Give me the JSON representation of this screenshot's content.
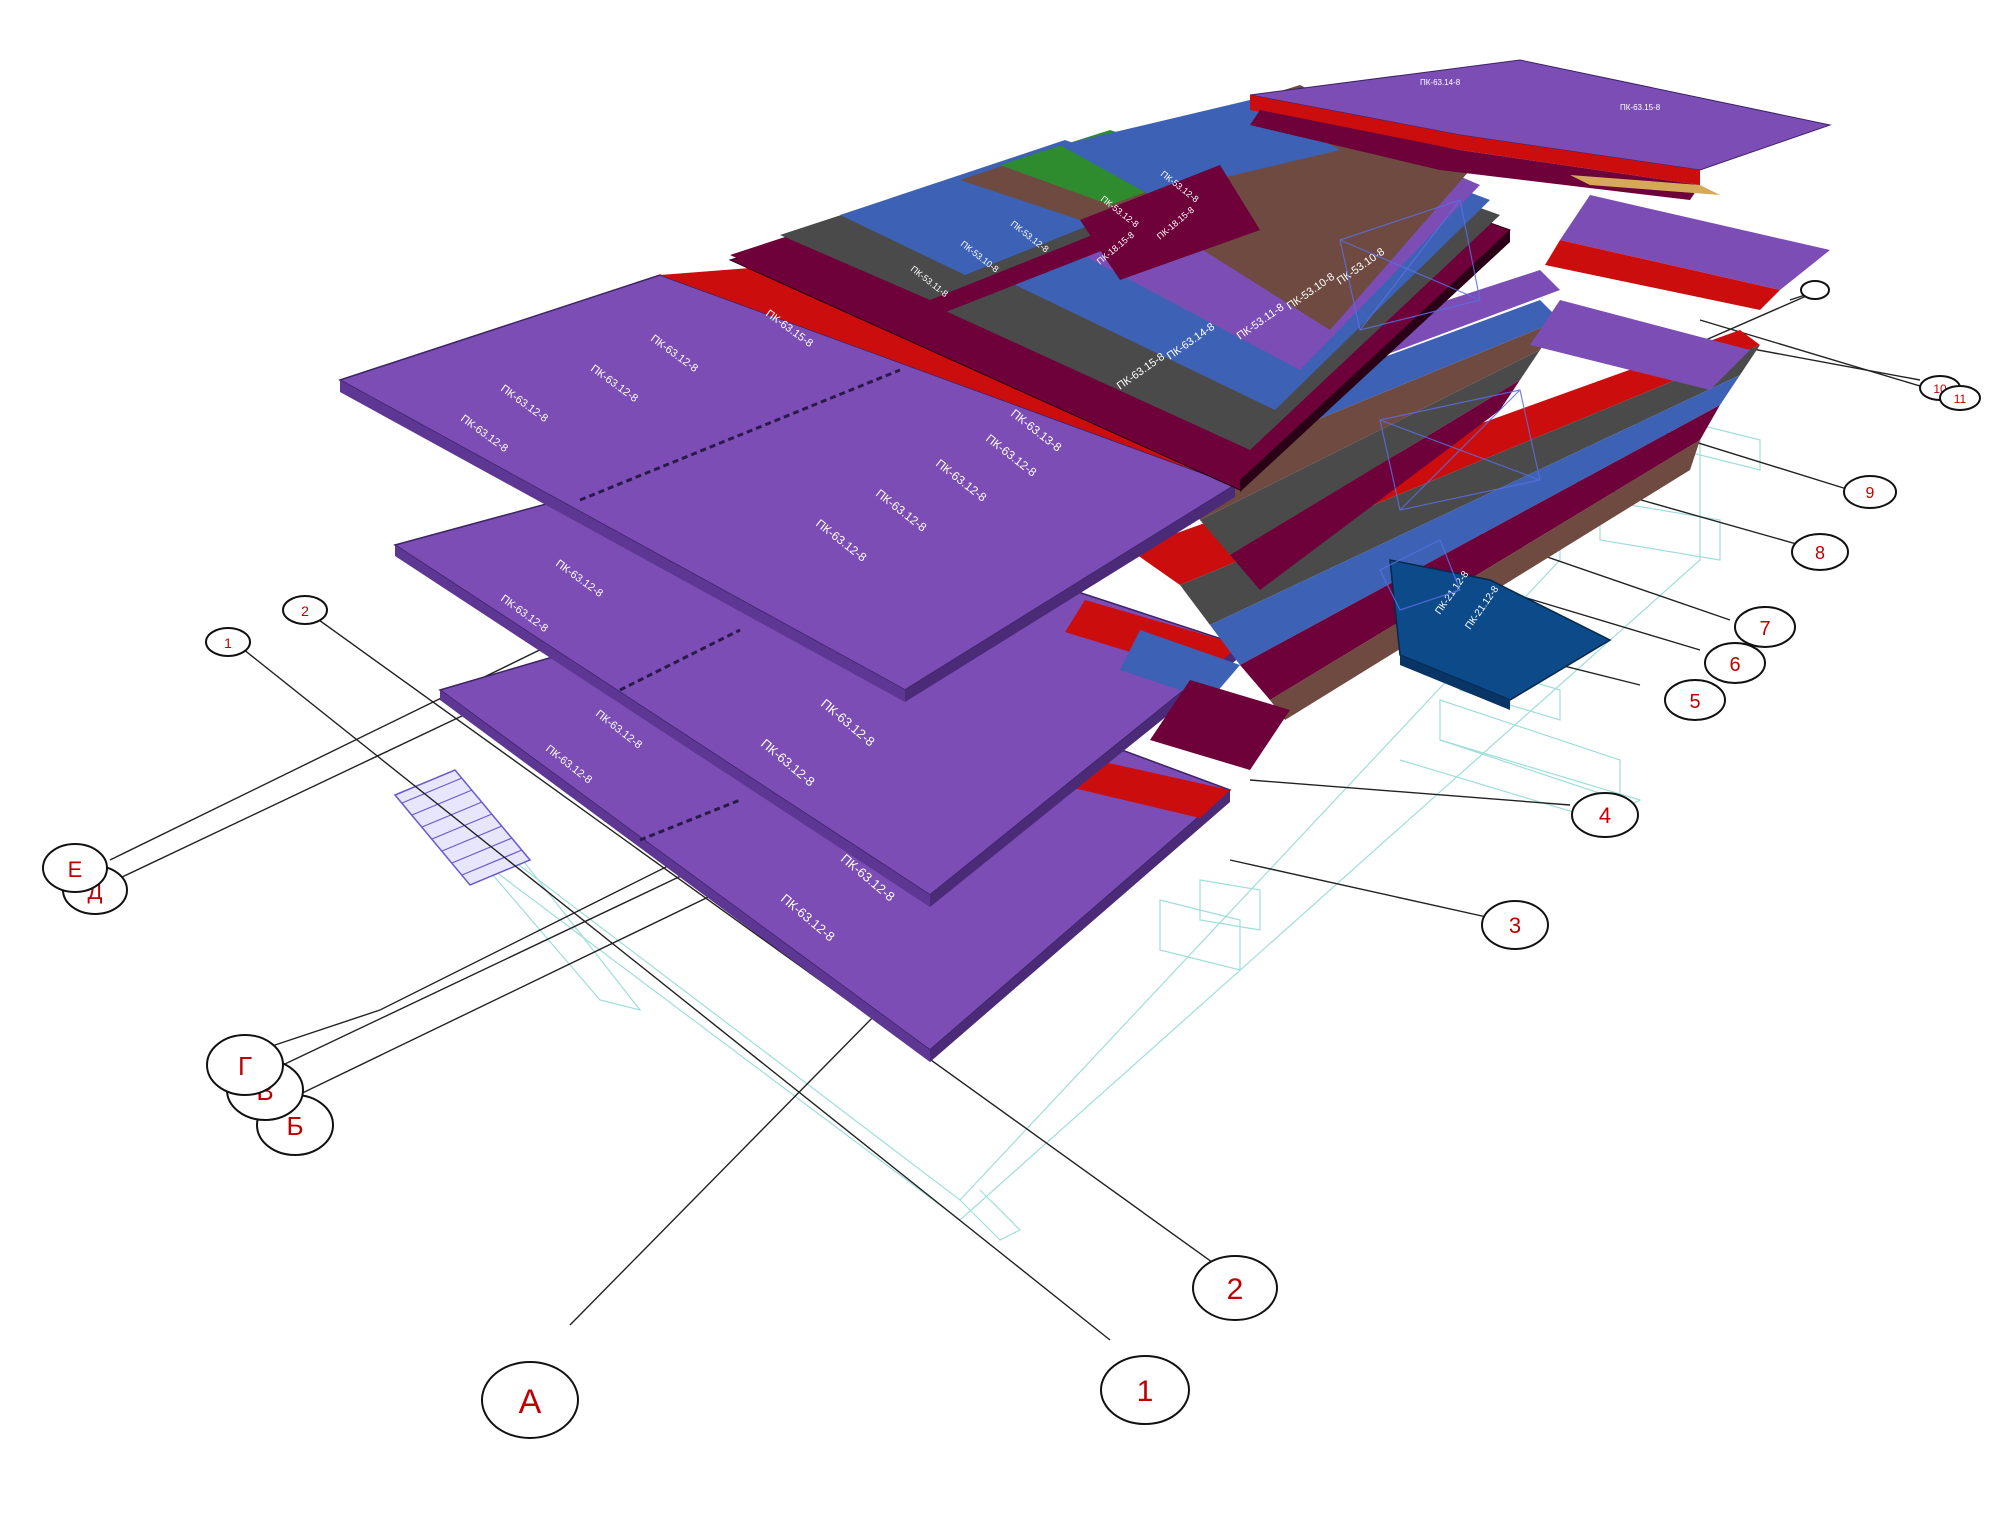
{
  "colors": {
    "purple": "#7b4db5",
    "purple_dark": "#5e3694",
    "red": "#cc0d0d",
    "maroon": "#6e003a",
    "dark_gray": "#4a4a4a",
    "blue": "#3d62b5",
    "brown": "#6f4a40",
    "green": "#2e8b2e",
    "navy": "#0d4a8a",
    "tan": "#d6a85a",
    "axis_label": "#c00000",
    "wireframe": "#9fded9"
  },
  "slab_labels": {
    "top_deck": [
      "ПК-63.12-8",
      "ПК-63.12-8",
      "ПК-63.12-8",
      "ПК-63.12-8",
      "ПК-63.15-8",
      "ПК-63.13-8",
      "ПК-63.12-8",
      "ПК-63.12-8",
      "ПК-63.12-8",
      "ПК-63.12-8",
      "ПК-63.15-8",
      "ПК-63.14-8",
      "ПК-53.11-8",
      "ПК-53.10-8",
      "ПК-53.10-8",
      "ПК-53.11-8",
      "ПК-53.10-8",
      "ПК-53.12-8",
      "ПК-53.12-8",
      "ПК-53.12-8",
      "ПК-63.14-8",
      "ПК-63.15-8",
      "ПК-18.15-8",
      "ПК-18.15-8"
    ],
    "middle_deck": [
      "ПК-63.12-8",
      "ПК-63.12-8",
      "ПК-63.12-8",
      "ПК-63.12-8"
    ],
    "lower_deck": [
      "ПК-63.12-8",
      "ПК-63.12-8",
      "ПК-63.12-8",
      "ПК-63.12-8"
    ],
    "navy_block": [
      "ПК-21.12-8",
      "ПК-21.12-8"
    ]
  },
  "axes": {
    "numbers": [
      "1",
      "2",
      "3",
      "4",
      "5",
      "6",
      "7",
      "8",
      "9",
      "10",
      "1",
      "2"
    ],
    "letters": [
      "А",
      "Б",
      "В",
      "Г",
      "Д",
      "Е"
    ],
    "extra": [
      "11"
    ]
  }
}
